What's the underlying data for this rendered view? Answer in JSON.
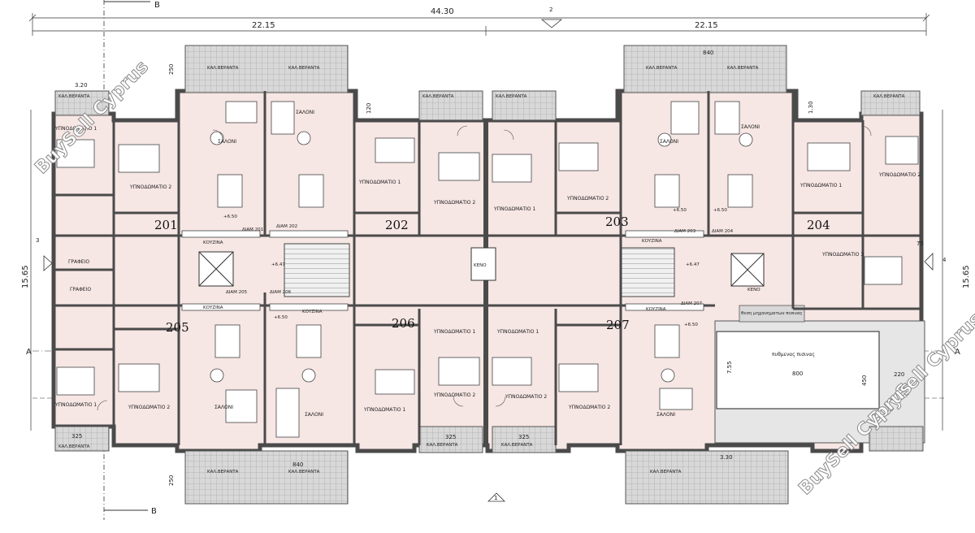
{
  "dimensions": {
    "overall": "44.30",
    "half_left": "22.15",
    "half_right": "22.15",
    "height_left": "15.65",
    "height_right": "15.65",
    "bal_depth": "250",
    "bal_depth_b": "250",
    "w320": "3.20",
    "w840": "840",
    "w840b": "840",
    "w330b": "3.30",
    "w325a": "325",
    "w325b": "325",
    "w325c": "325",
    "w800": "800",
    "h755": "7.55",
    "h450": "450",
    "w220": "220",
    "w75": "75",
    "w120": "120",
    "w130": "1.30"
  },
  "markers": {
    "sec_b_top": "B",
    "sec_b_bottom": "B",
    "sec_a_left": "A",
    "sec_a_right": "A",
    "axis_2": "2",
    "axis_1": "1",
    "axis_3": "3",
    "axis_4": "4"
  },
  "apartments": {
    "a201": "201",
    "a202": "202",
    "a203": "203",
    "a204": "204",
    "a205": "205",
    "a206": "206",
    "a207": "207"
  },
  "labels": {
    "veranda": "ΚΑΛ.ΒΕΡΑΝΤΑ",
    "saloni": "ΣΑΛΟΝΙ",
    "bedroom1": "ΥΠΝΟΔΩΜΑΤΙΟ 1",
    "bedroom2": "ΥΠΝΟΔΩΜΑΤΙΟ 2",
    "bedroom3": "ΥΠΝΟΔΩΜΑΤΙΟ 3",
    "kouzina": "ΚΟΥΖΙΝΑ",
    "grafeio": "ΓΡΑΦΕΙΟ",
    "keno": "ΚΕΝΟ",
    "diam201": "ΔΙΑΜ 201",
    "diam202": "ΔΙΑΜ 202",
    "diam203": "ΔΙΑΜ 203",
    "diam204": "ΔΙΑΜ 204",
    "diam205": "ΔΙΑΜ 205",
    "diam206": "ΔΙΑΜ 206",
    "diam207": "ΔΙΑΜ 207",
    "pool_machines": "θεση μηχανηματων πισινας",
    "pool_bottom": "πυθμενας πισινας",
    "lev650": "+6.50",
    "lev647": "+6.47"
  },
  "watermark": "BuySell Cyprus",
  "colors": {
    "room_fill": "#f6e6e4",
    "wall": "#4a4a4a",
    "balcony": "#d4d4d4",
    "pool": "#e6e6e6"
  }
}
